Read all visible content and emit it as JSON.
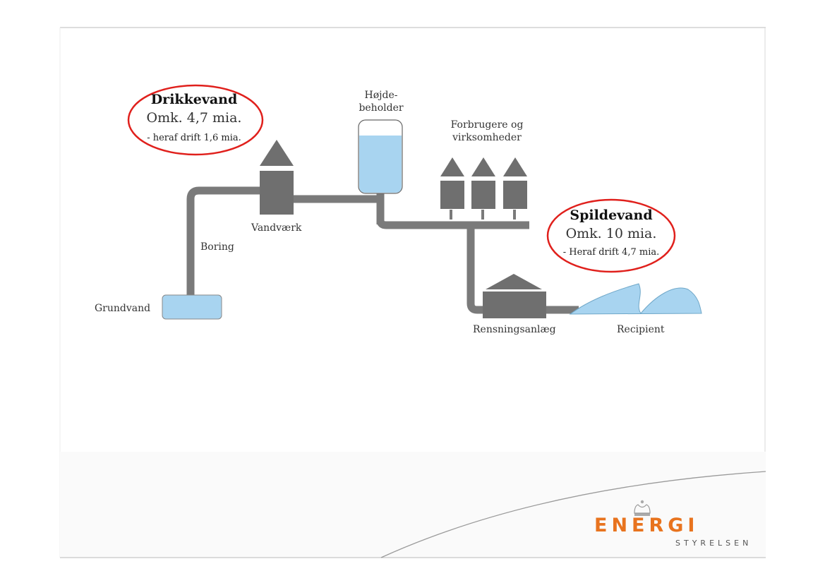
{
  "labels": {
    "grundvand": "Grundvand",
    "boring": "Boring",
    "vandvaerk": "Vandværk",
    "hojdebeholder_line1": "Højde-",
    "hojdebeholder_line2": "beholder",
    "forbrugere_line1": "Forbrugere og",
    "forbrugere_line2": "virksomheder",
    "rensningsanlaeg": "Rensningsanlæg",
    "recipient": "Recipient"
  },
  "callouts": {
    "drikkevand": {
      "title": "Drikkevand",
      "amount": "Omk. 4,7 mia.",
      "detail": "- heraf drift 1,6 mia."
    },
    "spildevand": {
      "title": "Spildevand",
      "amount": "Omk. 10 mia.",
      "detail": "- Heraf drift 4,7 mia."
    }
  },
  "brand": {
    "name": "ENERGI",
    "subtitle": "STYRELSEN"
  },
  "colors": {
    "pipe": "#777777",
    "building": "#6f6f6f",
    "water": "#a8d4f0",
    "callout_ring": "#e0201c",
    "brand_orange": "#e8731e"
  }
}
